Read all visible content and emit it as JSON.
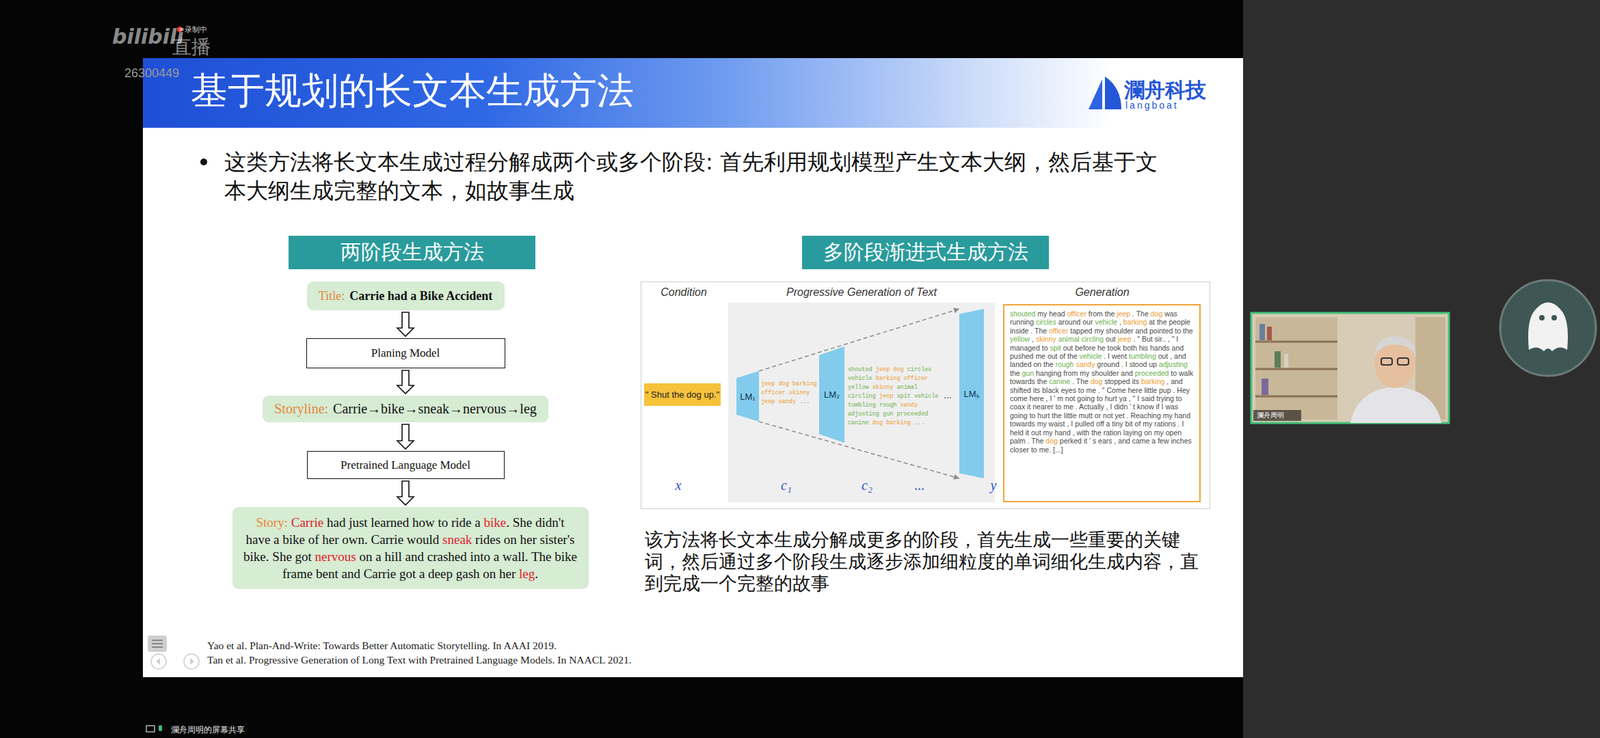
{
  "diagram": {
    "title": "基于规划的长文本生成方法",
    "nodes": [
      {
        "text": [
          "两阶段生成方法"
        ]
      },
      {
        "text": [
          "Title:",
          "Carrie had a Bike Accident"
        ]
      },
      {
        "text": [
          "Planing Model"
        ]
      },
      {
        "text": [
          "Storyline:",
          "Carrie→bike→sneak→nervous→leg"
        ]
      },
      {
        "text": [
          "Pretrained Language Model"
        ]
      },
      {
        "text": [
          "Story:",
          "Carrie had just learned how to ride a bike. She didn't have a bike of her own. Carrie would sneak rides on her sister's bike. She got nervous on a hill and crashed into a wall. The bike frame bent and Carrie got a deep gash on her leg."
        ]
      },
      {
        "text": [
          "多阶段渐进式生成方法"
        ]
      },
      {
        "text": [
          "\" Shut the dog up.\""
        ]
      },
      {
        "text": [
          "LM₁"
        ]
      },
      {
        "text": [
          "LM₂"
        ]
      },
      {
        "text": [
          "LMₖ"
        ]
      },
      {
        "text": [
          "shouted my head officer from the jeep . The dog was running circles around our vehicle , barking at the people inside . The officer tapped my shoulder and pointed to the yellow , skinny animal circling out jeep . \" But sir.. , \" I managed to spit out before he took both his hands and pushed me out of the vehicle . I went tumbling out , and landed on the rough sandy ground . I stood up adjusting the gun hanging from my shoulder and proceeded to walk towards the canine . The dog stopped its barking , and shifted its black eyes to me . \" Come here little pup . Hey come here , I ' m not going to hurt ya , \" I said trying to coax it nearer to me . Actually , I didn ' t know if I was going to hurt the little mutt or not yet . Reaching my hand towards my waist , I pulled off a tiny bit of my rations . I held it out my hand , with the ration laying on my open palm . The dog perked it ' s ears , and came a few inches closer to me. [...]"
        ]
      }
    ],
    "edges": [
      {
        "from": 1,
        "to": 2,
        "arrow": "to"
      },
      {
        "from": 2,
        "to": 3,
        "arrow": "to"
      },
      {
        "from": 3,
        "to": 4,
        "arrow": "to"
      },
      {
        "from": 4,
        "to": 5,
        "arrow": "to"
      },
      {
        "from": 8,
        "to": 10,
        "arrow": "to"
      },
      {
        "from": 8,
        "to": 10,
        "arrow": "to"
      }
    ],
    "labels": [
      "bilibili",
      "直播",
      "录制中",
      "26300449",
      "瀾舟科技",
      "langboat",
      "这类方法将长文本生成过程分解成两个或多个阶段: 首先利用规划模型产生文本大纲，然后基于文本大纲生成完整的文本，如故事生成",
      "Condition",
      "Progressive Generation of Text",
      "Generation",
      "jeep dog barking officer skinny jeep sandy ...",
      "shouted jeep dog circles vehicle barking officer yellow skinny animal circling jeep spit vehicle tumbling rough sandy adjusting gun proceeded canine dog barking ...",
      "...",
      "x",
      "c₁",
      "c₂",
      "...",
      "y",
      "该方法将长文本生成分解成更多的阶段，首先生成一些重要的关键词，然后通过多个阶段生成逐步添加细粒度的单词细化生成内容，直到完成一个完整的故事",
      "Yao et al. Plan-And-Write: Towards Better Automatic Storytelling. In AAAI 2019.",
      "Tan et al. Progressive Generation of Long Text  with Pretrained Language Models. In NAACL 2021.",
      "瀾舟周明",
      "瀾舟周明的屏幕共享"
    ]
  }
}
